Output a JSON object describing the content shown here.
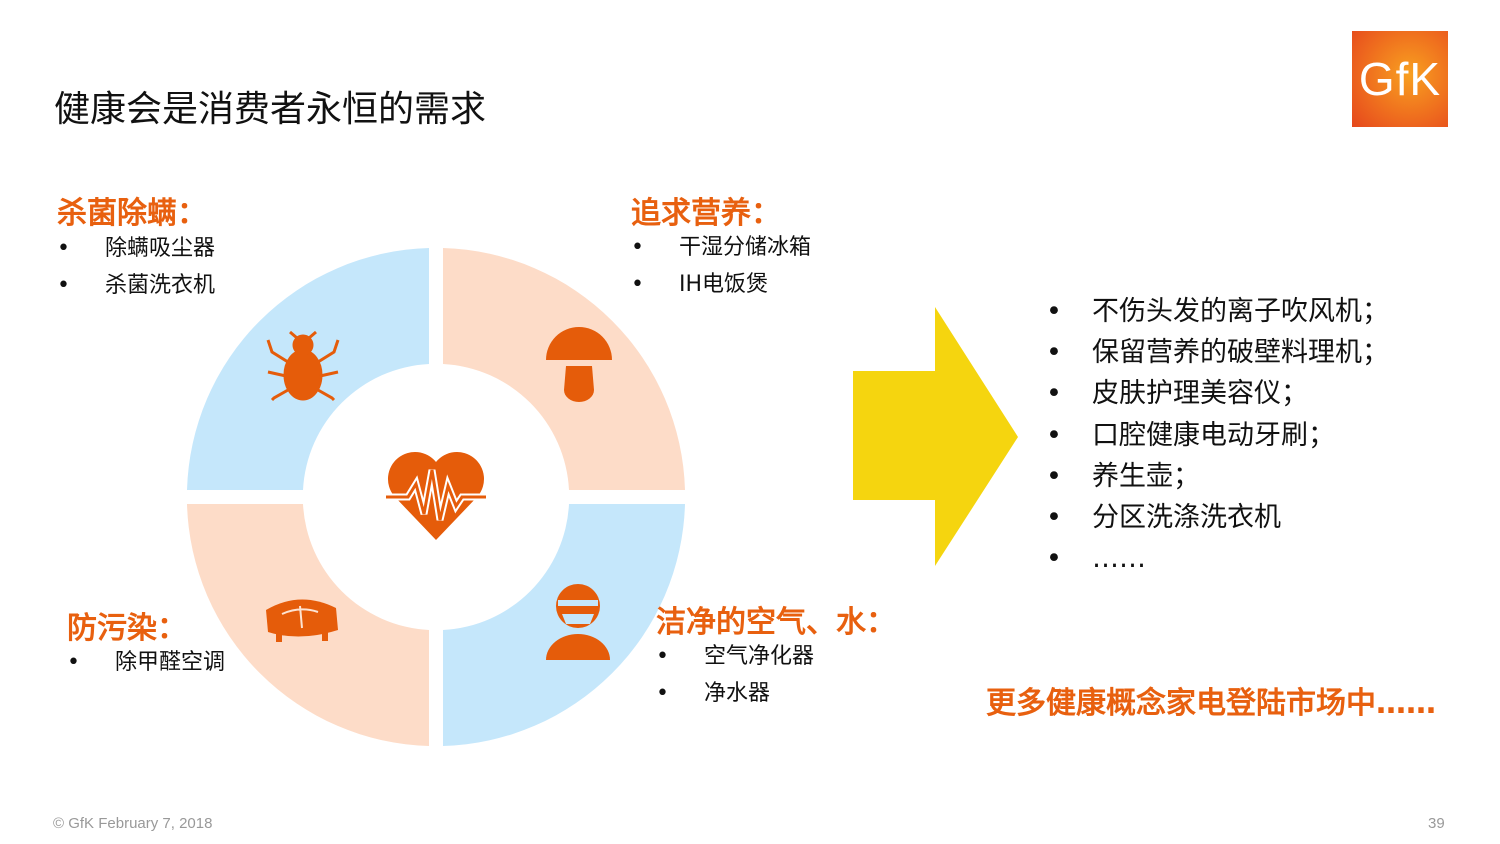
{
  "title": "健康会是消费者永恒的需求",
  "logo": {
    "text": "GfK"
  },
  "colors": {
    "accent": "#e8600f",
    "blue": "#c5e7fb",
    "peach": "#fddcc8",
    "arrow": "#f5d50f",
    "icon": "#e55c0a"
  },
  "quadrants": [
    {
      "heading": "杀菌除螨：",
      "items": [
        "除螨吸尘器",
        "杀菌洗衣机"
      ],
      "icon": "mite-icon"
    },
    {
      "heading": "追求营养：",
      "items": [
        "干湿分储冰箱",
        "IH电饭煲"
      ],
      "icon": "mushroom-icon"
    },
    {
      "heading": "防污染：",
      "items": [
        "除甲醛空调"
      ],
      "icon": "sofa-icon"
    },
    {
      "heading": "洁净的空气、水：",
      "items": [
        "空气净化器",
        "净水器"
      ],
      "icon": "masked-person-icon"
    }
  ],
  "center_icon": "heartbeat-icon",
  "bullet": "•",
  "products": [
    "不伤头发的离子吹风机；",
    "保留营养的破壁料理机；",
    "皮肤护理美容仪；",
    "口腔健康电动牙刷；",
    "养生壶；",
    "分区洗涤洗衣机",
    "……"
  ],
  "cta": "更多健康概念家电登陆市场中……",
  "footer": "© GfK February 7, 2018",
  "page_number": "39"
}
